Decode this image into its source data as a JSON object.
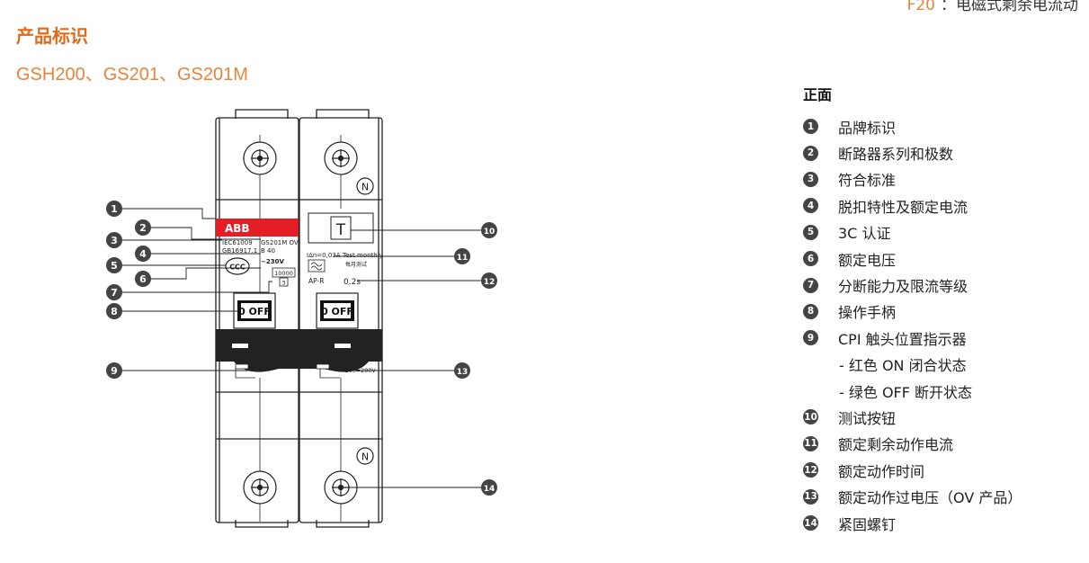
{
  "header": {
    "cut_code": "F20",
    "cut_text": "：电磁式剩余电流动",
    "title": "产品标识",
    "models": "GSH200、GS201、GS201M"
  },
  "breaker": {
    "brand": "ABB",
    "standard_1": "IEC61009",
    "standard_2": "GB16917.1",
    "series": "GS201M OV",
    "rating": "B 40",
    "voltage": "~230V",
    "breaking_capacity": "10000",
    "limiting_class": "3",
    "test_button": "T",
    "residual_current": "IΔn=0,03A",
    "test_monthly": "Test monthly",
    "test_monthly_cn": "每月测试",
    "type": "AP-R",
    "time": "0.2s",
    "overvoltage": "Uvo=280V",
    "handle_left": "0 OFF",
    "handle_right": "0 OFF",
    "neutral_mark": "N"
  },
  "callouts": [
    "1",
    "2",
    "3",
    "4",
    "5",
    "6",
    "7",
    "8",
    "9",
    "10",
    "11",
    "12",
    "13",
    "14"
  ],
  "legend": {
    "title": "正面",
    "items": [
      {
        "num": "1",
        "text": "品牌标识"
      },
      {
        "num": "2",
        "text": "断路器系列和极数"
      },
      {
        "num": "3",
        "text": "符合标准"
      },
      {
        "num": "4",
        "text": "脱扣特性及额定电流"
      },
      {
        "num": "5",
        "text": "3C 认证"
      },
      {
        "num": "6",
        "text": "额定电压"
      },
      {
        "num": "7",
        "text": "分断能力及限流等级"
      },
      {
        "num": "8",
        "text": "操作手柄"
      },
      {
        "num": "9",
        "text": "CPI 触头位置指示器"
      }
    ],
    "subitems": [
      "- 红色 ON 闭合状态",
      "- 绿色 OFF 断开状态"
    ],
    "items2": [
      {
        "num": "10",
        "text": "测试按钮"
      },
      {
        "num": "11",
        "text": "额定剩余动作电流"
      },
      {
        "num": "12",
        "text": "额定动作时间"
      },
      {
        "num": "13",
        "text": "额定动作过电压（OV 产品）"
      },
      {
        "num": "14",
        "text": "紧固螺钉"
      }
    ]
  }
}
